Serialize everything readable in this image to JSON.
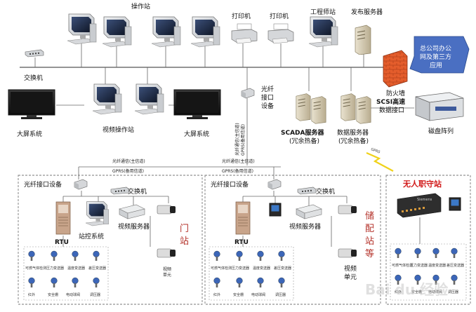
{
  "labels": {
    "operator_station": "操作站",
    "printer_1": "打印机",
    "printer_2": "打印机",
    "engineer_station": "工程师站",
    "publish_server": "发布服务器",
    "switch_top": "交换机",
    "firewall": "防火墙",
    "company_office": [
      "总公司办公",
      "网及第三方",
      "应用"
    ],
    "fiber_interface_top": [
      "光纤",
      "接口",
      "设备"
    ],
    "scsi": [
      "SCSI高速",
      "数据接口"
    ],
    "big_screen_left": "大屏系统",
    "video_operator": "视频操作站",
    "big_screen_right": "大屏系统",
    "scada_server": [
      "SCADA服务器",
      "(冗余热备)"
    ],
    "data_server": [
      "数据服务器",
      "(冗余热备)"
    ],
    "disk_array": "磁盘阵列",
    "gprs_diag": "GPRS",
    "vertical_channel": [
      "光纤通信(主信道)",
      "GPRS(备用信道)"
    ],
    "channel_left": [
      "光纤通信(主信道)",
      "GPRS(备用信道)"
    ],
    "channel_mid": [
      "光纤通信(主信道)",
      "GPRS(备用信道)"
    ],
    "unmanned_station": "无人职守站",
    "rtu_brand": "Siemens",
    "fiber_device_left": "光纤接口设备",
    "switch_left": "交换机",
    "rtu_left": "RTU",
    "station_control": "站控系统",
    "video_server_left": "视频服务器",
    "video_unit_left": [
      "视频",
      "单元"
    ],
    "gate_station": [
      "门",
      "站"
    ],
    "fiber_device_mid": "光纤接口设备",
    "switch_mid": "交换机",
    "rtu_mid": "RTU",
    "video_server_mid": "视频服务器",
    "video_unit_mid": [
      "视频",
      "单元"
    ],
    "storage_station": [
      "储",
      "配",
      "站",
      "等"
    ],
    "sensors_left_row1": [
      "可燃气体检测",
      "压力变送器",
      "温度变送器",
      "差压变送器"
    ],
    "sensors_left_row2": [
      "红外",
      "安全栅",
      "电动球阀",
      "调压器"
    ],
    "sensors_mid_row1": [
      "可燃气体检测",
      "压力变送器",
      "温度变送器",
      "差压变送器"
    ],
    "sensors_mid_row2": [
      "红外",
      "安全栅",
      "电动球阀",
      "调压器"
    ],
    "sensors_right_row1": [
      "可燃气体检测",
      "压力变送器",
      "温度变送器",
      "差压变送器"
    ],
    "sensors_right_row2": [
      "红外",
      "安全栅",
      "电动球阀",
      "调压器"
    ],
    "watermark": "Bai du 经验"
  },
  "colors": {
    "monitor_frame": "#cfd2d6",
    "screen": "#1e2a44",
    "firewall": "#e2572b",
    "firewall_box": "#4a6fc2",
    "station_title": "#d11a1a",
    "vertical_red": "#b4322a"
  }
}
